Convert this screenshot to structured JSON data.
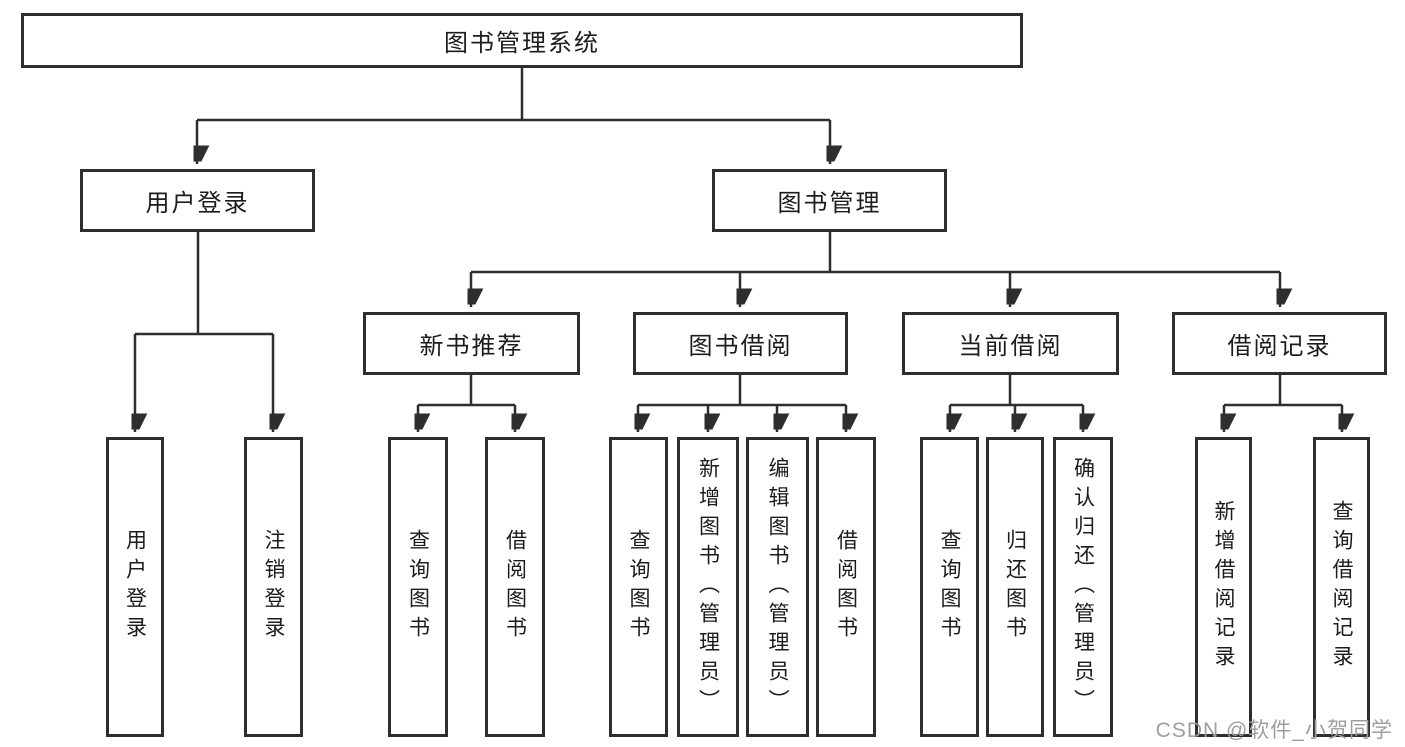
{
  "tree": {
    "label": "图书管理系统",
    "children": [
      {
        "label": "用户登录",
        "children": [
          {
            "label": "用户登录"
          },
          {
            "label": "注销登录"
          }
        ]
      },
      {
        "label": "图书管理",
        "children": [
          {
            "label": "新书推荐",
            "children": [
              {
                "label": "查询图书"
              },
              {
                "label": "借阅图书"
              }
            ]
          },
          {
            "label": "图书借阅",
            "children": [
              {
                "label": "查询图书"
              },
              {
                "label": "新增图书（管理员）"
              },
              {
                "label": "编辑图书（管理员）"
              },
              {
                "label": "借阅图书"
              }
            ]
          },
          {
            "label": "当前借阅",
            "children": [
              {
                "label": "查询图书"
              },
              {
                "label": "归还图书"
              },
              {
                "label": "确认归还（管理员）"
              }
            ]
          },
          {
            "label": "借阅记录",
            "children": [
              {
                "label": "新增借阅记录"
              },
              {
                "label": "查询借阅记录"
              }
            ]
          }
        ]
      }
    ]
  },
  "watermark": {
    "text": "CSDN @软件_小贺同学"
  },
  "colors": {
    "line": "#2e2e2e",
    "box_border": "#2e2e2e",
    "text": "#1c1c1c",
    "watermark": "#9e9e9e",
    "background": "#ffffff"
  }
}
